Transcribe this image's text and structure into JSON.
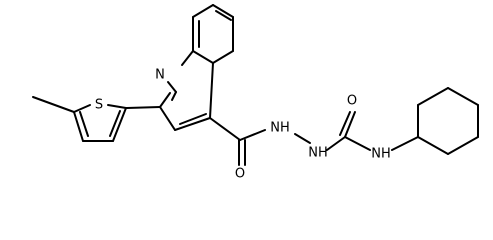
{
  "molecule": {
    "atoms": {
      "n_quinoline": "N",
      "s_thiophene": "S",
      "o_carbonyl_1": "O",
      "nh_hydrazide_1": "NH",
      "nh_hydrazide_2": "NH",
      "o_carbonyl_2": "O",
      "nh_cyclohexyl": "NH"
    }
  }
}
